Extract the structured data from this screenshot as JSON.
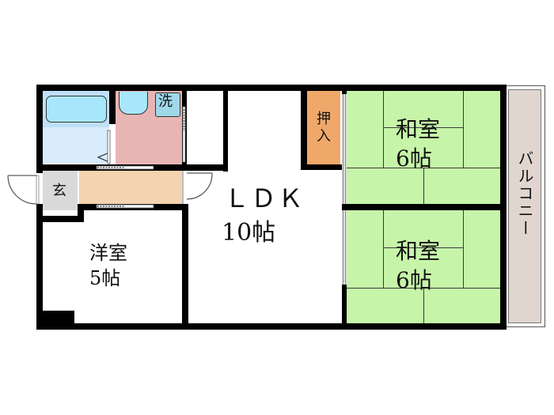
{
  "floorplan": {
    "title": "Apartment floor plan",
    "rooms": {
      "ldk": {
        "name": "ＬＤＫ",
        "size": "10帖"
      },
      "western_room": {
        "name": "洋室",
        "size": "5帖"
      },
      "japanese_room_1": {
        "name": "和室",
        "size": "6帖"
      },
      "japanese_room_2": {
        "name": "和室",
        "size": "6帖"
      },
      "closet": {
        "name": "押入"
      },
      "entrance": {
        "name": "玄"
      },
      "washer": {
        "name": "洗"
      },
      "balcony": {
        "name": "バルコニー"
      }
    },
    "colors": {
      "bath": "#cfe8f9",
      "bathtub": "#a8e6fb",
      "washroom": "#e8b5b5",
      "toilet": "#dff0fc",
      "kitchen": "#bfe0f7",
      "closet": "#f0a86a",
      "hallway": "#f4d3b0",
      "entrance": "#d9d9d9",
      "tatami": "#c6f5a9",
      "balcony": "#e0d6cf",
      "wall": "#000000"
    }
  }
}
